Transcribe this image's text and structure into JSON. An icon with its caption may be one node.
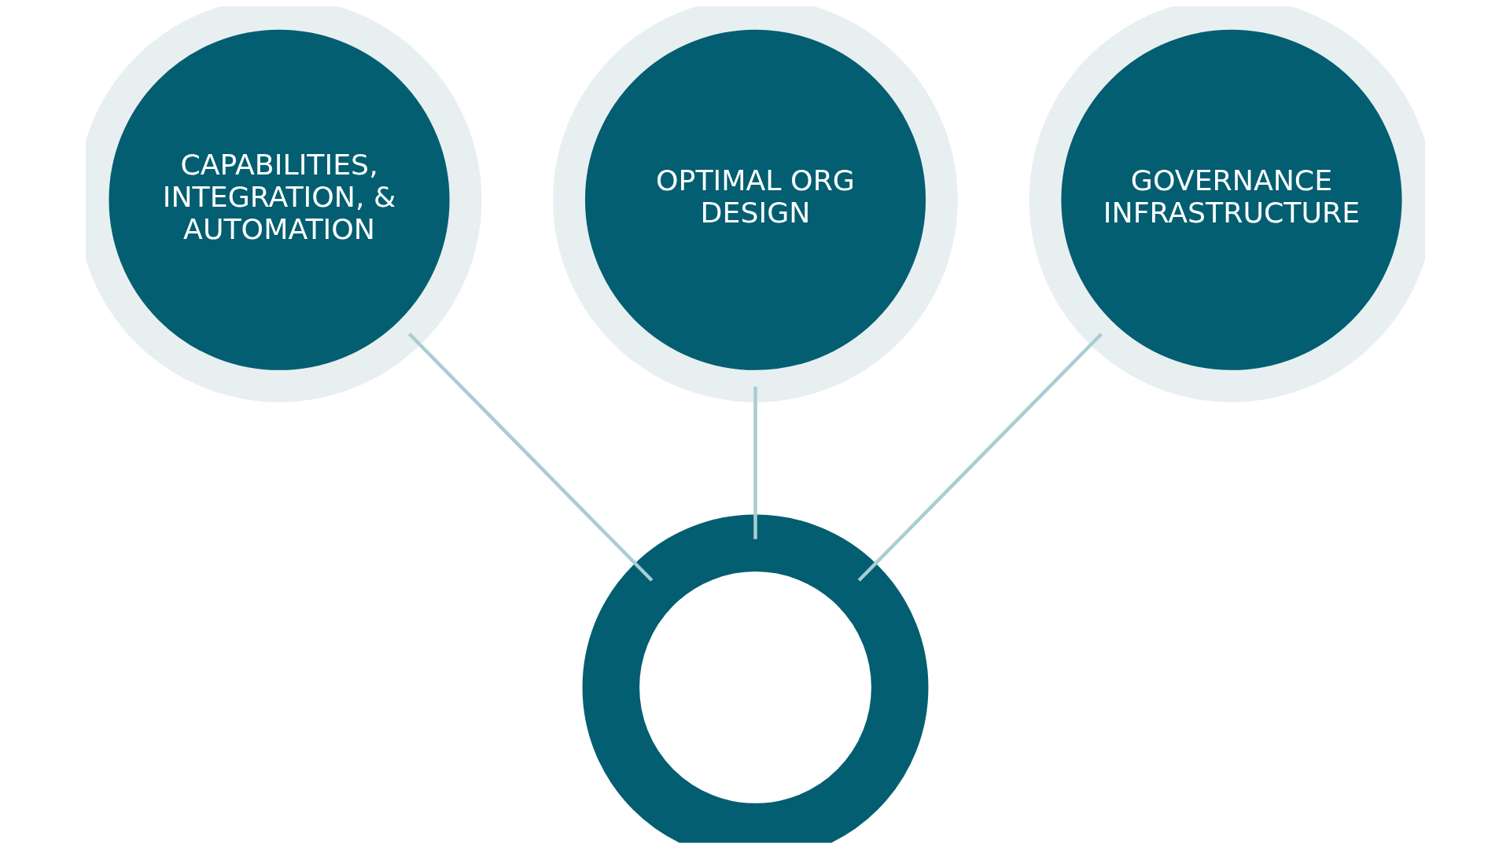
{
  "diagram": {
    "nodes": [
      {
        "text": [
          "CAPABILITIES, INTEGRATION, & AUTOMATION"
        ]
      },
      {
        "text": [
          "OPTIMAL ORG DESIGN"
        ]
      },
      {
        "text": [
          "GOVERNANCE INFRASTRUCTURE"
        ]
      },
      {
        "text": [],
        "shape": "gear"
      }
    ],
    "edges": [
      {
        "from": 0,
        "to": 3,
        "arrow": "none"
      },
      {
        "from": 1,
        "to": 3,
        "arrow": "none"
      },
      {
        "from": 2,
        "to": 3,
        "arrow": "none"
      }
    ]
  }
}
